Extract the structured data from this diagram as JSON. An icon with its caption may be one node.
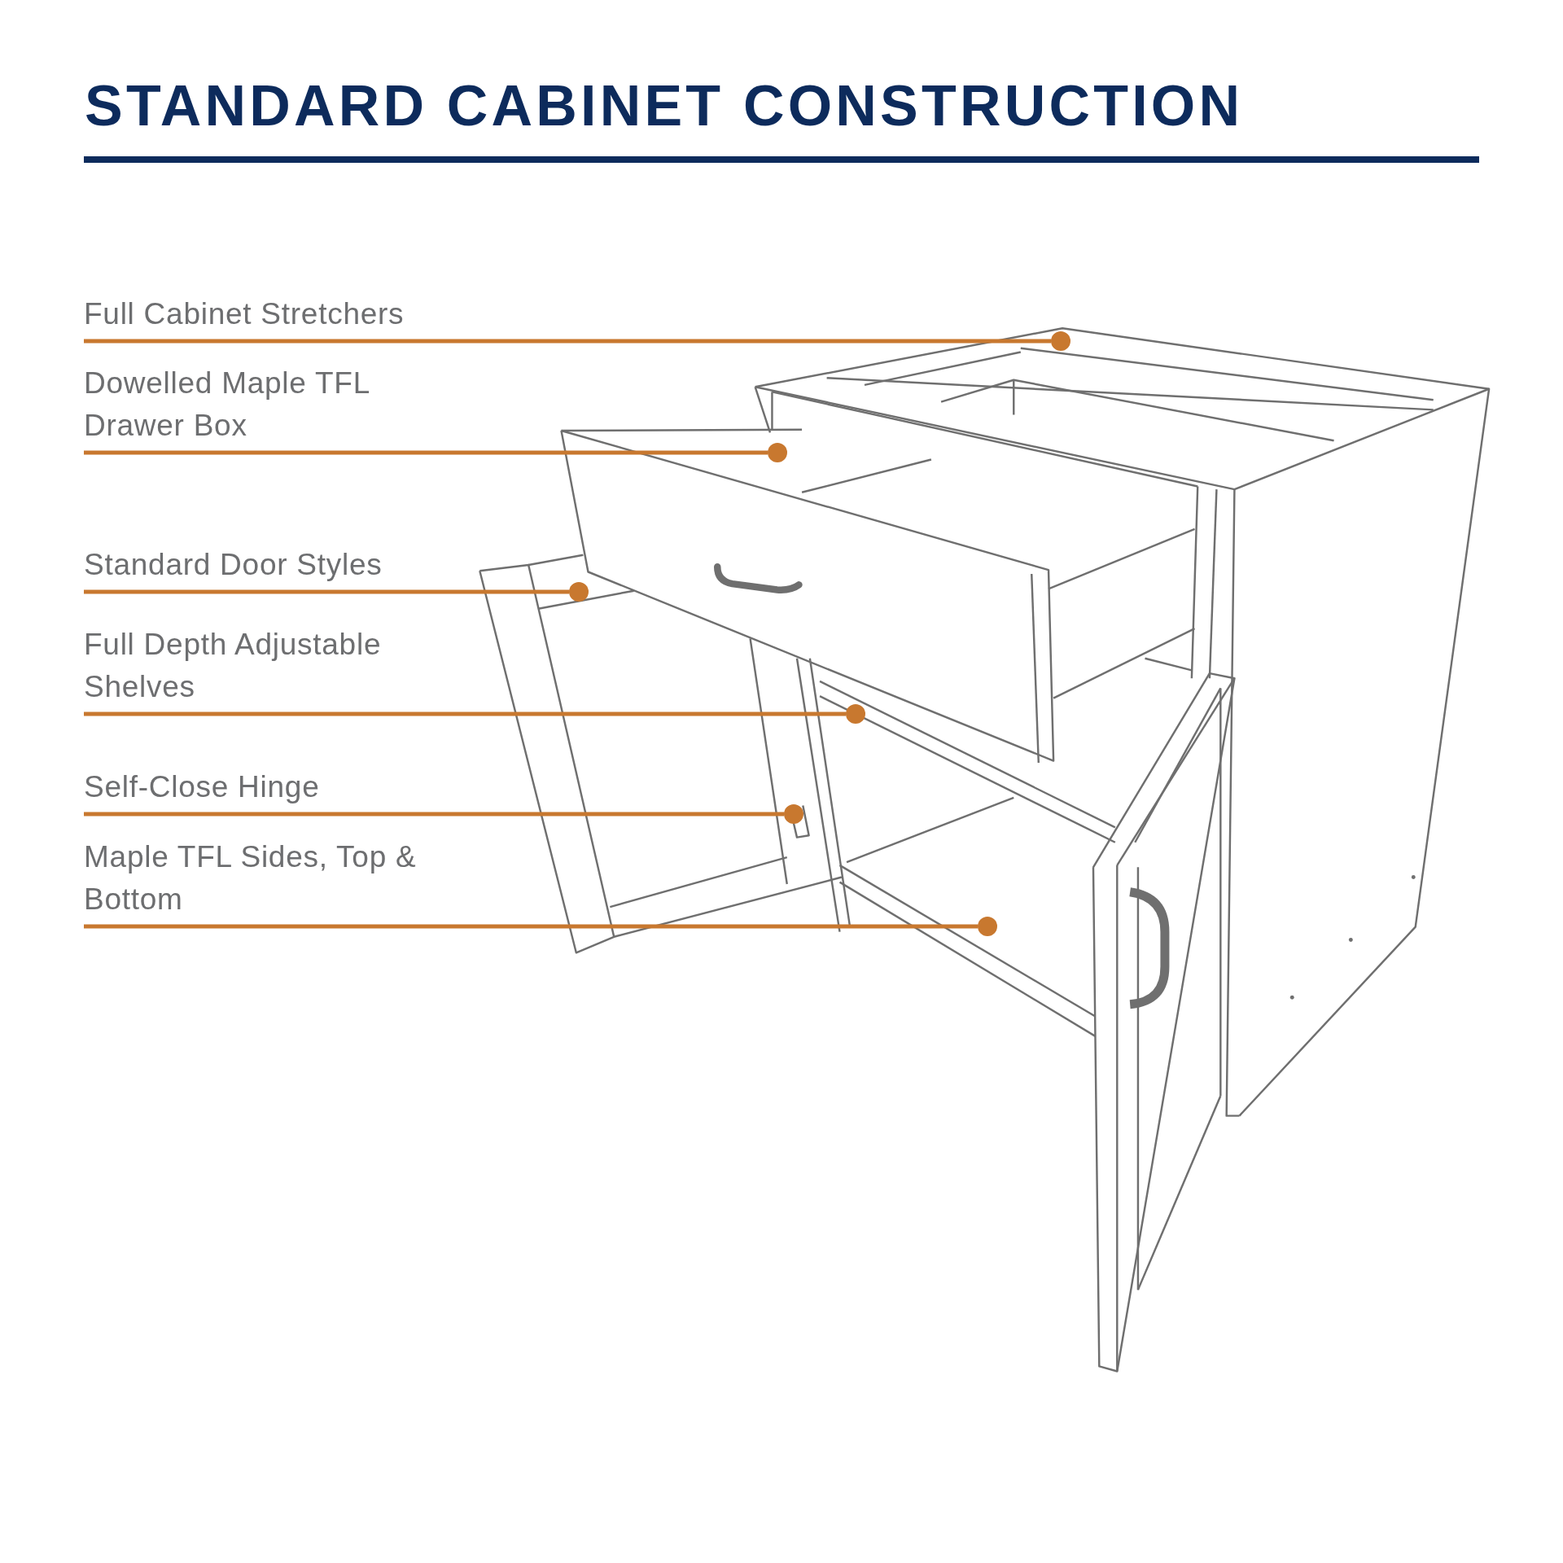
{
  "diagram": {
    "title": "STANDARD CABINET CONSTRUCTION",
    "nodes": [
      {
        "text": [
          "Full Cabinet Stretchers"
        ]
      },
      {
        "text": [
          "Dowelled Maple TFL Drawer Box"
        ]
      },
      {
        "text": [
          "Standard Door Styles"
        ]
      },
      {
        "text": [
          "Full Depth Adjustable Shelves"
        ]
      },
      {
        "text": [
          "Self-Close Hinge"
        ]
      },
      {
        "text": [
          "Maple TFL Sides, Top & Bottom"
        ]
      },
      {
        "text": [],
        "shape": "circle"
      },
      {
        "text": [],
        "shape": "circle"
      },
      {
        "text": [],
        "shape": "circle"
      },
      {
        "text": [],
        "shape": "circle"
      },
      {
        "text": [],
        "shape": "circle"
      },
      {
        "text": [],
        "shape": "circle"
      }
    ],
    "edges": [
      {
        "from": 0,
        "to": 6,
        "arrow": "none"
      },
      {
        "from": 1,
        "to": 7,
        "arrow": "none"
      },
      {
        "from": 2,
        "to": 8,
        "arrow": "none"
      },
      {
        "from": 3,
        "to": 9,
        "arrow": "none"
      },
      {
        "from": 4,
        "to": 10,
        "arrow": "none"
      },
      {
        "from": 5,
        "to": 11,
        "arrow": "none"
      }
    ]
  }
}
